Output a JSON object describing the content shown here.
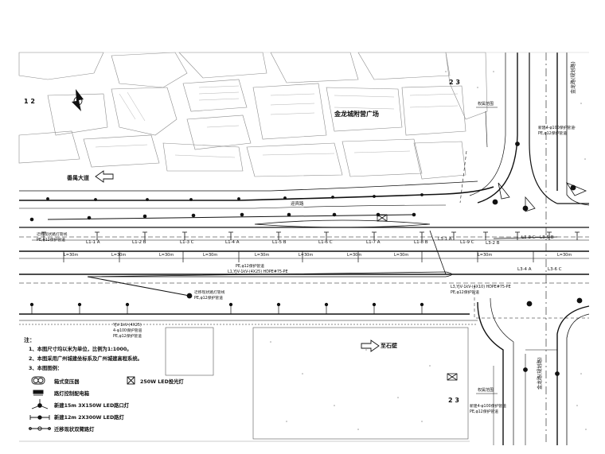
{
  "grid_refs": {
    "top_left": "1 2",
    "top_mid": "2 3",
    "bottom_mid": "2 3"
  },
  "place_labels": {
    "plaza": "金龙城附营广场",
    "to_panyu": "番禺大道",
    "to_shipo": "至石壁",
    "road_right_top": "金龙路(规划路)",
    "road_right_bottom": "金龙路(规划路)",
    "road_name_mid": "迎宾路",
    "boundary_top": "权属范围",
    "boundary_bottom": "权属范围"
  },
  "lamp_ids": [
    "L1-1 A",
    "L1-2 B",
    "L1-3 C",
    "L1-4 A",
    "L1-5 B",
    "L1-6 C",
    "L1-7 A",
    "L1-8 B",
    "L1-9 C",
    "L3-1 A",
    "L3-2 B",
    "L3-3 C",
    "L3-4 A",
    "L3-5 B",
    "L3-6 C"
  ],
  "spacing_label": "L=30m",
  "cable_notes": {
    "left_top_1": "迁移现状路灯管线",
    "left_top_2": "PE,φ12保护管道",
    "center_1": "PE,φ12保护管道",
    "center_2": "L1,YJV-1kV-(4X25) HDPE#75-PE",
    "right_mid_1": "L3,YJV-1kV-(4X10) HDPE#75-PE",
    "right_mid_2": "PE,φ12保护管道",
    "lower_left_1": "迁移现状路灯管线",
    "lower_left_2": "PE,φ12保护管道",
    "lower_mid_1": "YJV-1kV-(4X25)",
    "lower_mid_2": "4-φ100保护管道",
    "lower_mid_3": "PE,φ12保护管道",
    "top_right_1": "新建4-φ100保护管道",
    "top_right_2": "PE,φ12保护管道",
    "bottom_right_1": "新建4-φ100保护管道",
    "bottom_right_2": "PE,φ12保护管道"
  },
  "notes": {
    "heading": "注：",
    "lines": [
      "1、本图尺寸均以米为单位，比例为1:1000。",
      "2、本图采用广州城建坐标系及广州城建高程系统。",
      "3、本图图例："
    ]
  },
  "legend": [
    {
      "symbol": "transformer",
      "label": "箱式变压器"
    },
    {
      "symbol": "control-box",
      "label": "路灯控制配电箱"
    },
    {
      "symbol": "lamp-15m",
      "label": "新建15m 3X150W LED路口灯"
    },
    {
      "symbol": "lamp-12m",
      "label": "新建12m 2X300W LED路灯"
    },
    {
      "symbol": "existing-lamp",
      "label": "迁移现状双臂路灯"
    }
  ],
  "legend_extra": {
    "symbol": "floodlight",
    "label": "250W LED投光灯"
  },
  "colors": {
    "ink": "#111111",
    "faint": "#9a9a9a",
    "paper": "#ffffff"
  }
}
